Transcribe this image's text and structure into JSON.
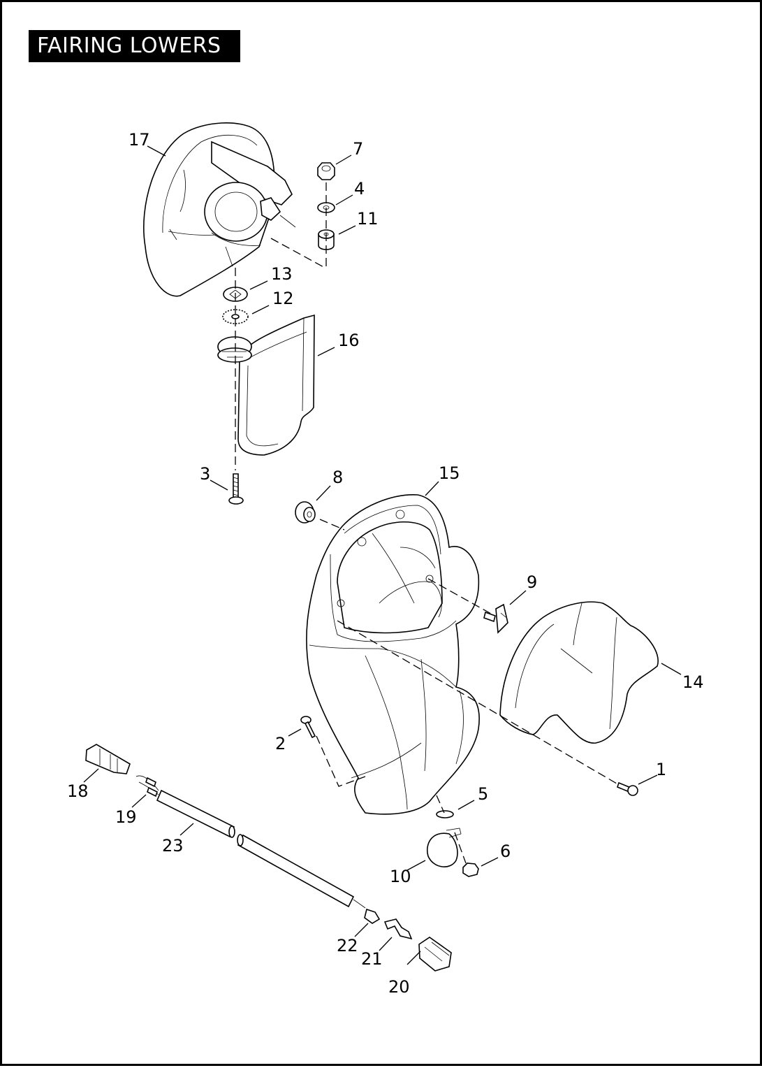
{
  "title": "FAIRING LOWERS",
  "callouts": [
    {
      "id": "c1",
      "label": "1"
    },
    {
      "id": "c2",
      "label": "2"
    },
    {
      "id": "c3",
      "label": "3"
    },
    {
      "id": "c4",
      "label": "4"
    },
    {
      "id": "c5",
      "label": "5"
    },
    {
      "id": "c6",
      "label": "6"
    },
    {
      "id": "c7",
      "label": "7"
    },
    {
      "id": "c8",
      "label": "8"
    },
    {
      "id": "c9",
      "label": "9"
    },
    {
      "id": "c10",
      "label": "10"
    },
    {
      "id": "c11",
      "label": "11"
    },
    {
      "id": "c12",
      "label": "12"
    },
    {
      "id": "c13",
      "label": "13"
    },
    {
      "id": "c14",
      "label": "14"
    },
    {
      "id": "c15",
      "label": "15"
    },
    {
      "id": "c16",
      "label": "16"
    },
    {
      "id": "c17",
      "label": "17"
    },
    {
      "id": "c18",
      "label": "18"
    },
    {
      "id": "c19",
      "label": "19"
    },
    {
      "id": "c20",
      "label": "20"
    },
    {
      "id": "c21",
      "label": "21"
    },
    {
      "id": "c22",
      "label": "22"
    },
    {
      "id": "c23",
      "label": "23"
    }
  ]
}
